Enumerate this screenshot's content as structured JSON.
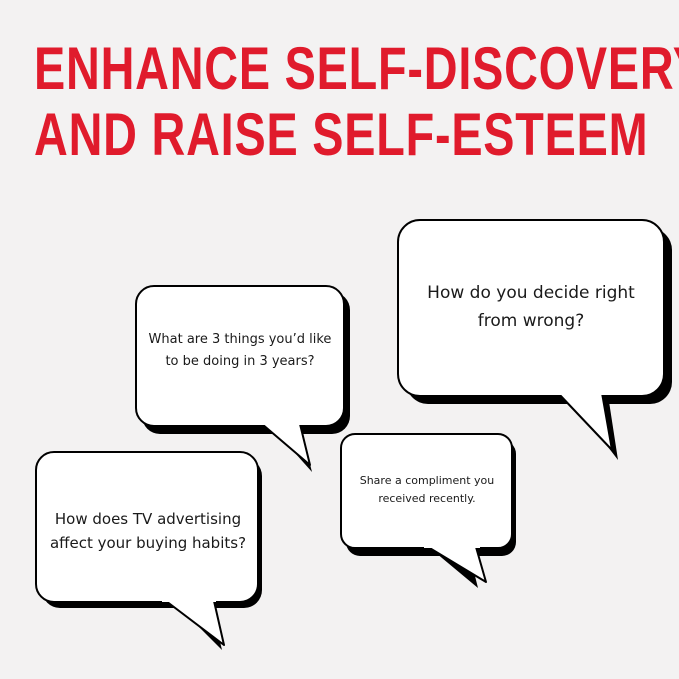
{
  "headline": {
    "line1": "ENHANCE SELF-DISCOVERY",
    "line2": "AND RAISE SELF-ESTEEM",
    "color": "#e01b2c"
  },
  "bubbles": [
    {
      "id": "large-right",
      "text": "How do you decide right from wrong?"
    },
    {
      "id": "middle-left",
      "text": "What are 3 things you’d like to be doing in 3 years?"
    },
    {
      "id": "bottom-left",
      "text": "How does TV advertising affect your buying habits?"
    },
    {
      "id": "bottom-right",
      "text": "Share a compliment you received recently."
    }
  ],
  "colors": {
    "background": "#f3f2f2",
    "bubble_fill": "#ffffff",
    "bubble_shadow": "#000000"
  }
}
